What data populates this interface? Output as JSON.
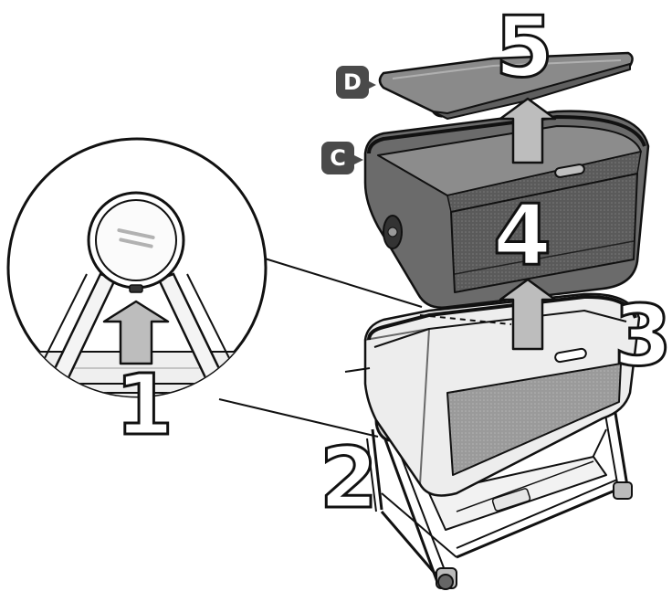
{
  "part_labels": {
    "d": "D",
    "c": "C"
  },
  "steps": {
    "s1": "1",
    "s2": "2",
    "s3": "3",
    "s4": "4",
    "s5": "5"
  },
  "colors": {
    "outline": "#111111",
    "fabric_dark": "#5f5f5f",
    "fabric_mid": "#8a8a8a",
    "mesh": "#6a6a6a",
    "frame_light": "#e9e9e9",
    "arrow_fill": "#bdbdbd",
    "label_bg": "#4a4a4a"
  }
}
